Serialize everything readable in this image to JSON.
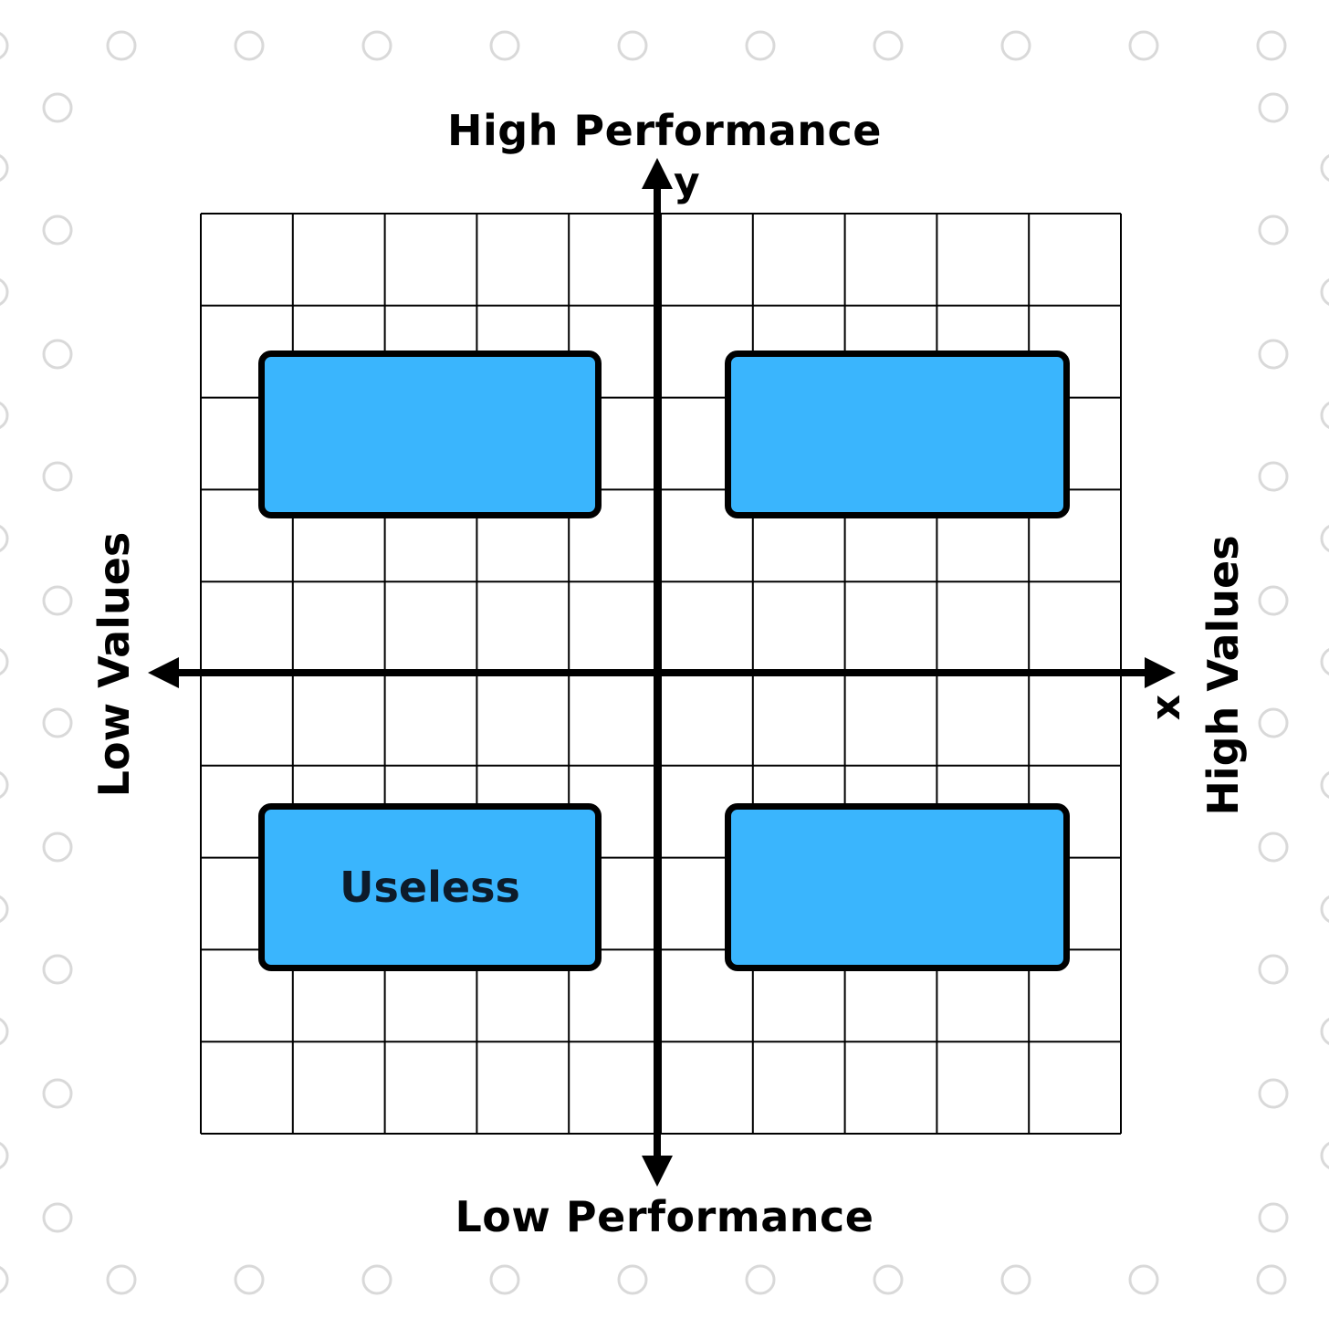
{
  "axes": {
    "y_top_label": "High Performance",
    "y_bottom_label": "Low Performance",
    "x_left_label": "Low Values",
    "x_right_label": "High Values",
    "y_axis_letter": "y",
    "x_axis_letter": "x"
  },
  "quadrants": {
    "top_left": "",
    "top_right": "",
    "bottom_left": "Useless",
    "bottom_right": ""
  },
  "colors": {
    "box_fill": "#3ab5fd",
    "ink": "#000000",
    "decor_circle": "#d9d9d9",
    "grid_line": "#000000"
  }
}
